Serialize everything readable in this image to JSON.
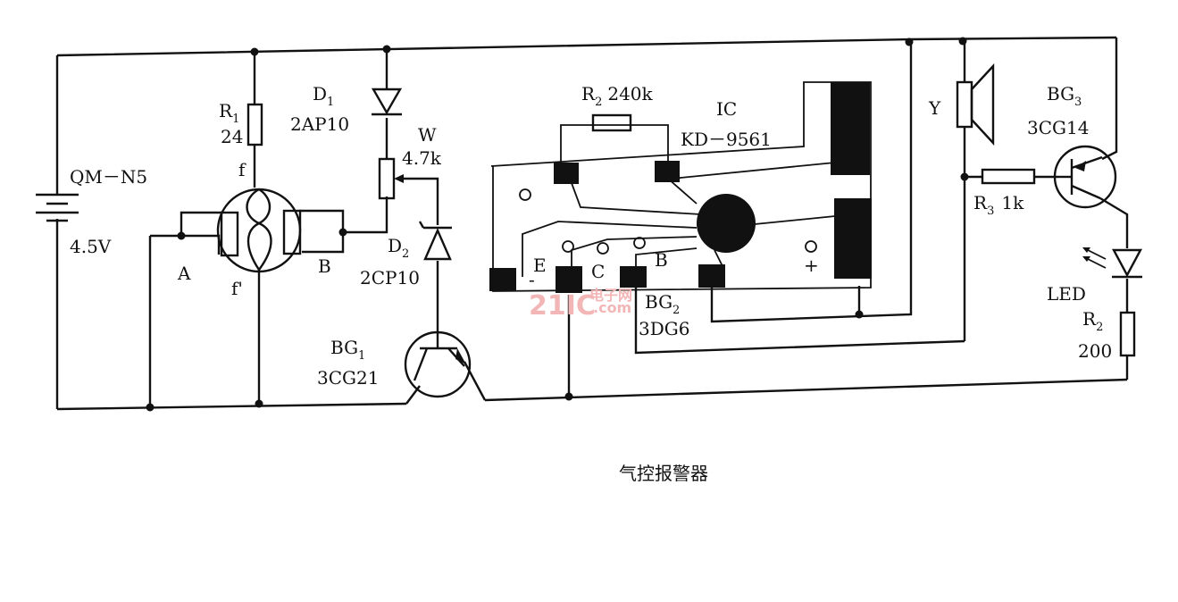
{
  "caption": "气控报警器",
  "watermark": {
    "brand": "21IC",
    "sub": "电子网",
    "domain": ".com"
  },
  "battery": {
    "name": "QM－N5",
    "voltage": "4.5V"
  },
  "r1": {
    "name": "R",
    "sub": "1",
    "value": "24"
  },
  "sensor": {
    "pin_f": "f",
    "pin_f2": "f'",
    "pin_a": "A",
    "pin_b": "B"
  },
  "d1": {
    "name": "D",
    "sub": "1",
    "part": "2AP10"
  },
  "w": {
    "name": "W",
    "value": "4.7k"
  },
  "d2": {
    "name": "D",
    "sub": "2",
    "part": "2CP10"
  },
  "bg1": {
    "name": "BG",
    "sub": "1",
    "part": "3CG21"
  },
  "r2top": {
    "name": "R",
    "sub": "2",
    "value": "240k"
  },
  "ic": {
    "name": "IC",
    "part": "KD－9561"
  },
  "board": {
    "e": "E",
    "c": "C",
    "b": "B",
    "minus": "-",
    "plus": "+"
  },
  "bg2": {
    "name": "BG",
    "sub": "2",
    "part": "3DG6"
  },
  "speaker": {
    "name": "Y"
  },
  "bg3": {
    "name": "BG",
    "sub": "3",
    "part": "3CG14"
  },
  "r3": {
    "name": "R",
    "sub": "3",
    "value": "1k"
  },
  "led": {
    "name": "LED"
  },
  "r2right": {
    "name": "R",
    "sub": "2",
    "value": "200"
  }
}
